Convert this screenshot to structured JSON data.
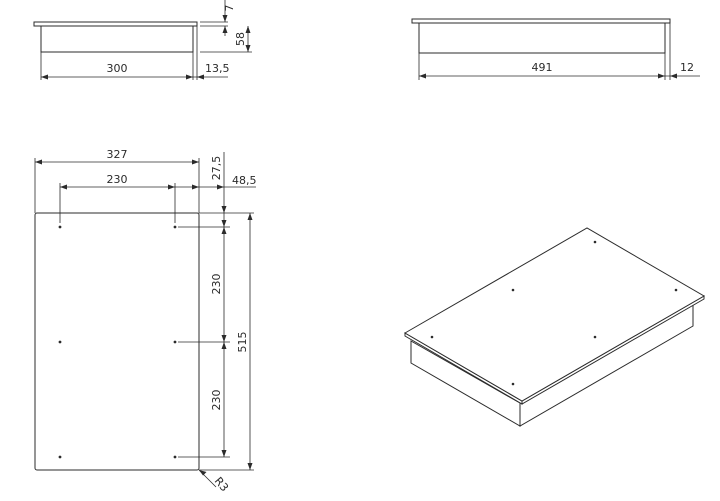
{
  "drawing": {
    "side_view": {
      "width": "300",
      "lip": "13,5",
      "depth": "58",
      "thickness": "7"
    },
    "front_view": {
      "width": "491",
      "lip": "12"
    },
    "plan_view": {
      "width": "327",
      "hole_spacing_x": "230",
      "offset_top": "27,5",
      "offset_right": "48,5",
      "hole_spacing_y_upper": "230",
      "hole_spacing_y_lower": "230",
      "height": "515",
      "corner_radius": "R3"
    }
  }
}
